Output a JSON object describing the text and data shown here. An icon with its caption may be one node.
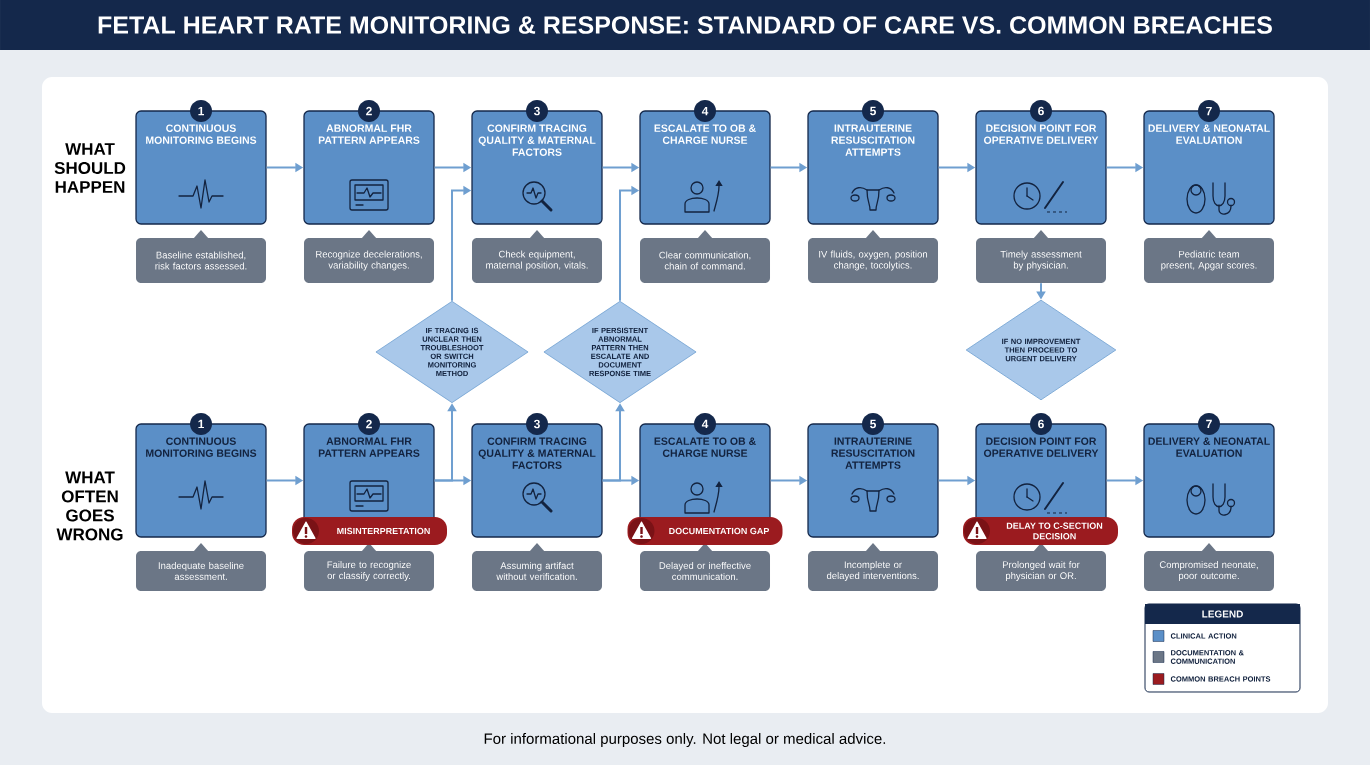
{
  "diagram": {
    "title": "FETAL HEART RATE MONITORING & RESPONSE: STANDARD OF CARE VS. COMMON BREACHES",
    "caption": "For informational purposes only. Not legal or medical advice.",
    "nodes": [
      {
        "text": [
          "1",
          "CONTINUOUS MONITORING BEGINS"
        ]
      },
      {
        "text": [
          "2",
          "ABNORMAL FHR PATTERN APPEARS"
        ]
      },
      {
        "text": [
          "3",
          "CONFIRM TRACING QUALITY & MATERNAL FACTORS"
        ]
      },
      {
        "text": [
          "4",
          "ESCALATE TO OB & CHARGE NURSE"
        ]
      },
      {
        "text": [
          "5",
          "INTRAUTERINE RESUSCITATION ATTEMPTS"
        ]
      },
      {
        "text": [
          "6",
          "DECISION POINT FOR OPERATIVE DELIVERY"
        ]
      },
      {
        "text": [
          "7",
          "DELIVERY & NEONATAL EVALUATION"
        ]
      },
      {
        "text": [
          "Baseline established, risk factors assessed."
        ]
      },
      {
        "text": [
          "Recognize decelerations, variability changes."
        ]
      },
      {
        "text": [
          "Check equipment, maternal position, vitals."
        ]
      },
      {
        "text": [
          "Clear communication, chain of command."
        ]
      },
      {
        "text": [
          "IV fluids, oxygen, position change, tocolytics."
        ]
      },
      {
        "text": [
          "Timely assessment by physician."
        ]
      },
      {
        "text": [
          "Pediatric team present, Apgar scores."
        ]
      },
      {
        "text": [
          "IF TRACING IS UNCLEAR THEN TROUBLESHOOT OR SWITCH MONITORING METHOD"
        ]
      },
      {
        "text": [
          "IF PERSISTENT ABNORMAL PATTERN THEN ESCALATE AND DOCUMENT RESPONSE TIME"
        ]
      },
      {
        "text": [
          "IF NO IMPROVEMENT THEN PROCEED TO URGENT DELIVERY"
        ]
      },
      {
        "text": [
          "1",
          "CONTINUOUS MONITORING BEGINS"
        ]
      },
      {
        "text": [
          "2",
          "ABNORMAL FHR PATTERN APPEARS"
        ]
      },
      {
        "text": [
          "3",
          "CONFIRM TRACING QUALITY & MATERNAL FACTORS"
        ]
      },
      {
        "text": [
          "4",
          "ESCALATE TO OB & CHARGE NURSE"
        ]
      },
      {
        "text": [
          "5",
          "INTRAUTERINE RESUSCITATION ATTEMPTS"
        ]
      },
      {
        "text": [
          "6",
          "DECISION POINT FOR OPERATIVE DELIVERY"
        ]
      },
      {
        "text": [
          "7",
          "DELIVERY & NEONATAL EVALUATION"
        ]
      },
      {
        "text": [
          "MISINTERPRETATION"
        ]
      },
      {
        "text": [
          "DOCUMENTATION GAP"
        ]
      },
      {
        "text": [
          "DELAY TO C-SECTION DECISION"
        ]
      },
      {
        "text": [
          "Inadequate baseline assessment."
        ]
      },
      {
        "text": [
          "Failure to recognize or classify correctly."
        ]
      },
      {
        "text": [
          "Assuming artifact without verification."
        ]
      },
      {
        "text": [
          "Delayed or ineffective communication."
        ]
      },
      {
        "text": [
          "Incomplete or delayed interventions."
        ]
      },
      {
        "text": [
          "Prolonged wait for physician or OR."
        ]
      },
      {
        "text": [
          "Compromised neonate, poor outcome."
        ]
      }
    ],
    "edges": [
      {
        "from": 0,
        "to": 1,
        "arrow": "to"
      },
      {
        "from": 1,
        "to": 2,
        "arrow": "to"
      },
      {
        "from": 2,
        "to": 3,
        "arrow": "to"
      },
      {
        "from": 3,
        "to": 4,
        "arrow": "to"
      },
      {
        "from": 4,
        "to": 5,
        "arrow": "to"
      },
      {
        "from": 5,
        "to": 6,
        "arrow": "to"
      },
      {
        "from": 17,
        "to": 18,
        "arrow": "to"
      },
      {
        "from": 18,
        "to": 19,
        "arrow": "to"
      },
      {
        "from": 19,
        "to": 20,
        "arrow": "to"
      },
      {
        "from": 20,
        "to": 21,
        "arrow": "to"
      },
      {
        "from": 21,
        "to": 22,
        "arrow": "to"
      },
      {
        "from": 22,
        "to": 23,
        "arrow": "to"
      },
      {
        "from": 18,
        "to": 14,
        "arrow": "to"
      },
      {
        "from": 14,
        "to": 2,
        "arrow": "to"
      },
      {
        "from": 19,
        "to": 15,
        "arrow": "to"
      },
      {
        "from": 15,
        "to": 3,
        "arrow": "to"
      },
      {
        "from": 12,
        "to": 16,
        "arrow": "to"
      }
    ],
    "labels": [
      "WHAT SHOULD HAPPEN",
      "WHAT OFTEN GOES WRONG",
      "LEGEND"
    ],
    "legend": [
      {
        "text": "CLINICAL ACTION",
        "color": "#5b8fc7"
      },
      {
        "text": "DOCUMENTATION & COMMUNICATION",
        "color": "#6b7686"
      },
      {
        "text": "COMMON BREACH POINTS",
        "color": "#9b1b1f"
      }
    ]
  }
}
